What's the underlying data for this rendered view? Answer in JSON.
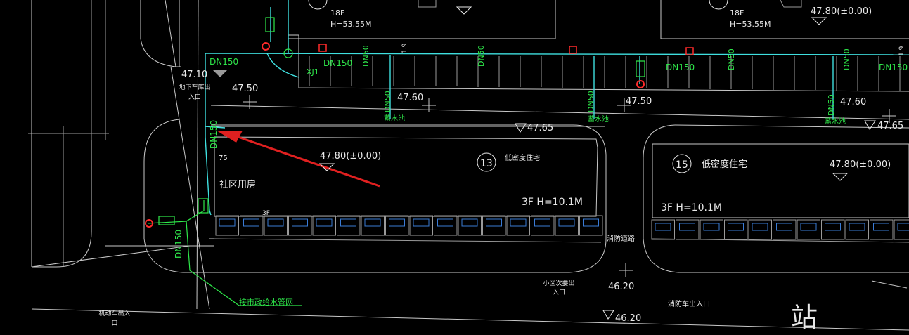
{
  "colors": {
    "background": "#000000",
    "building_edge": "#c8c8c8",
    "water_pipe": "#3fe0e0",
    "pipe_label": "#2ee84a",
    "valve": "#ff2a2a",
    "arrow": "#e02020",
    "window": "#3a7bd5"
  },
  "buildings": {
    "top_left": {
      "floors": "18F",
      "height": "H=53.55M"
    },
    "top_right": {
      "floors": "18F",
      "height": "H=53.55M"
    },
    "b13": {
      "number": "13",
      "name": "低密度住宅",
      "elevation": "47.80(±0.00)",
      "floors_height": "3F H=10.1M"
    },
    "b15": {
      "number": "15",
      "name": "低密度住宅",
      "elevation": "47.80(±0.00)",
      "floors_height": "3F H=10.1M"
    },
    "community": {
      "name": "社区用房",
      "floors": "3F"
    }
  },
  "top_elevation_right": "47.80(±0.00)",
  "elevations": {
    "e1": "47.10",
    "e2": "47.50",
    "e3": "47.60",
    "e4": "47.50",
    "e5": "47.60",
    "e6": "47.65",
    "e7": "47.65",
    "e8": "46.20",
    "e9": "46.20"
  },
  "pipe_labels": {
    "dn150": "DN150",
    "dn50": "DN50",
    "xj": "XJ1",
    "note_19": "1.9",
    "note_75": "75"
  },
  "places": {
    "garage_exit": "地下车库出入口",
    "connect_municipal": "接市政给水管网",
    "fire_lane": "消防道路",
    "secondary_entrance": "小区次要出入口",
    "motor_entrance": "机动车出入口",
    "fire_entrance": "消防车出入口",
    "rainwater_pool": "蓄水池",
    "station": "站"
  }
}
